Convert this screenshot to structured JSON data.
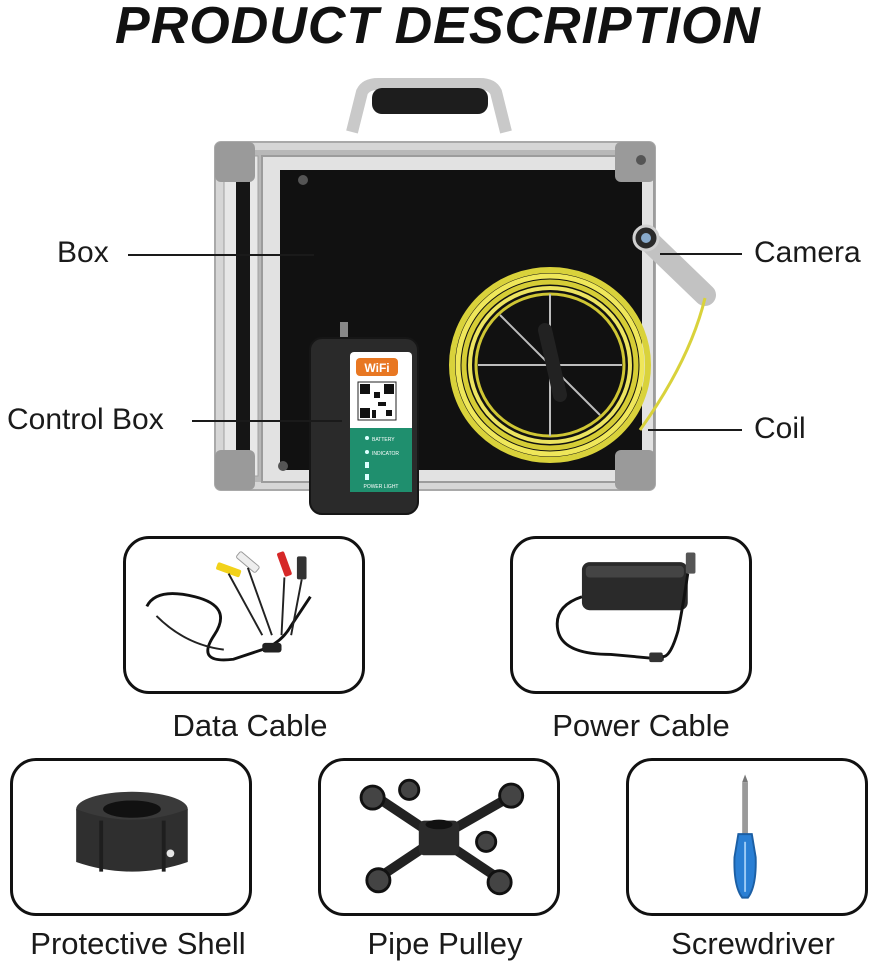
{
  "title": "PRODUCT DESCRIPTION",
  "callouts": {
    "box": "Box",
    "control_box": "Control Box",
    "camera": "Camera",
    "coil": "Coil"
  },
  "control_box_labels": {
    "wifi": "WiFi",
    "battery": "BATTERY",
    "indicator": "INDICATOR",
    "power_light": "POWER LIGHT"
  },
  "accessories": [
    {
      "label": "Data Cable",
      "icon": "data-cable-icon"
    },
    {
      "label": "Power Cable",
      "icon": "power-adapter-icon"
    },
    {
      "label": "Protective Shell",
      "icon": "protective-shell-icon"
    },
    {
      "label": "Pipe Pulley",
      "icon": "pipe-pulley-icon"
    },
    {
      "label": "Screwdriver",
      "icon": "screwdriver-icon"
    }
  ],
  "colors": {
    "case_panel": "#111111",
    "case_frame": "#c8c8c8",
    "cable_yellow": "#e8e04a",
    "control_box_green": "#1f8f6e",
    "wifi_orange": "#e87722",
    "screwdriver_blue": "#2a7fd4"
  }
}
